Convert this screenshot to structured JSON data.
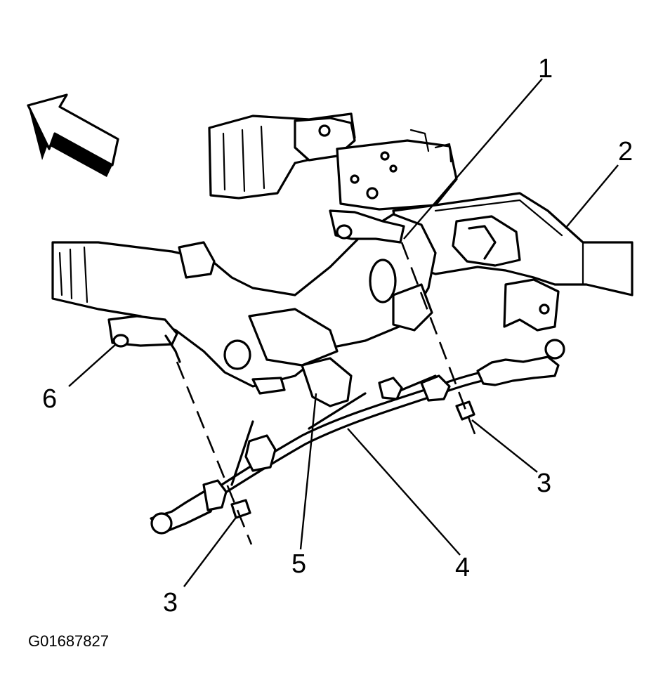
{
  "figure_id": "G01687827",
  "callouts": {
    "c1": "1",
    "c2": "2",
    "c3a": "3",
    "c3b": "3",
    "c4": "4",
    "c5": "5",
    "c6": "6"
  },
  "icons": {
    "arrow": "direction-arrow-icon"
  },
  "colors": {
    "ink": "#000000",
    "paper": "#ffffff"
  }
}
